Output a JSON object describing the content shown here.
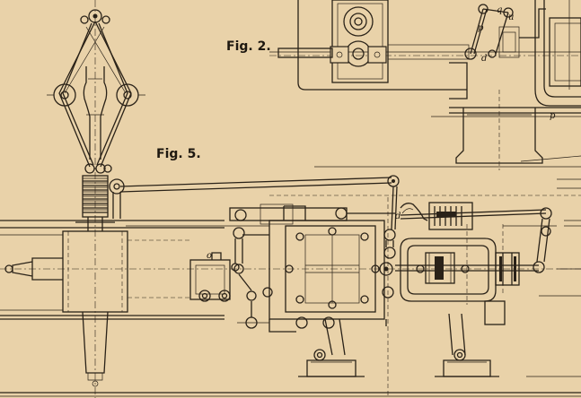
{
  "figures": {
    "fig2": {
      "label": "Fig. 2.",
      "letters": [
        "q",
        "u",
        "p",
        "d",
        "p"
      ]
    },
    "fig5": {
      "label": "Fig. 5.",
      "letters": [
        "d",
        "o"
      ]
    }
  },
  "colors": {
    "paper": "#e9d2a9",
    "ink": "#2a2218"
  }
}
